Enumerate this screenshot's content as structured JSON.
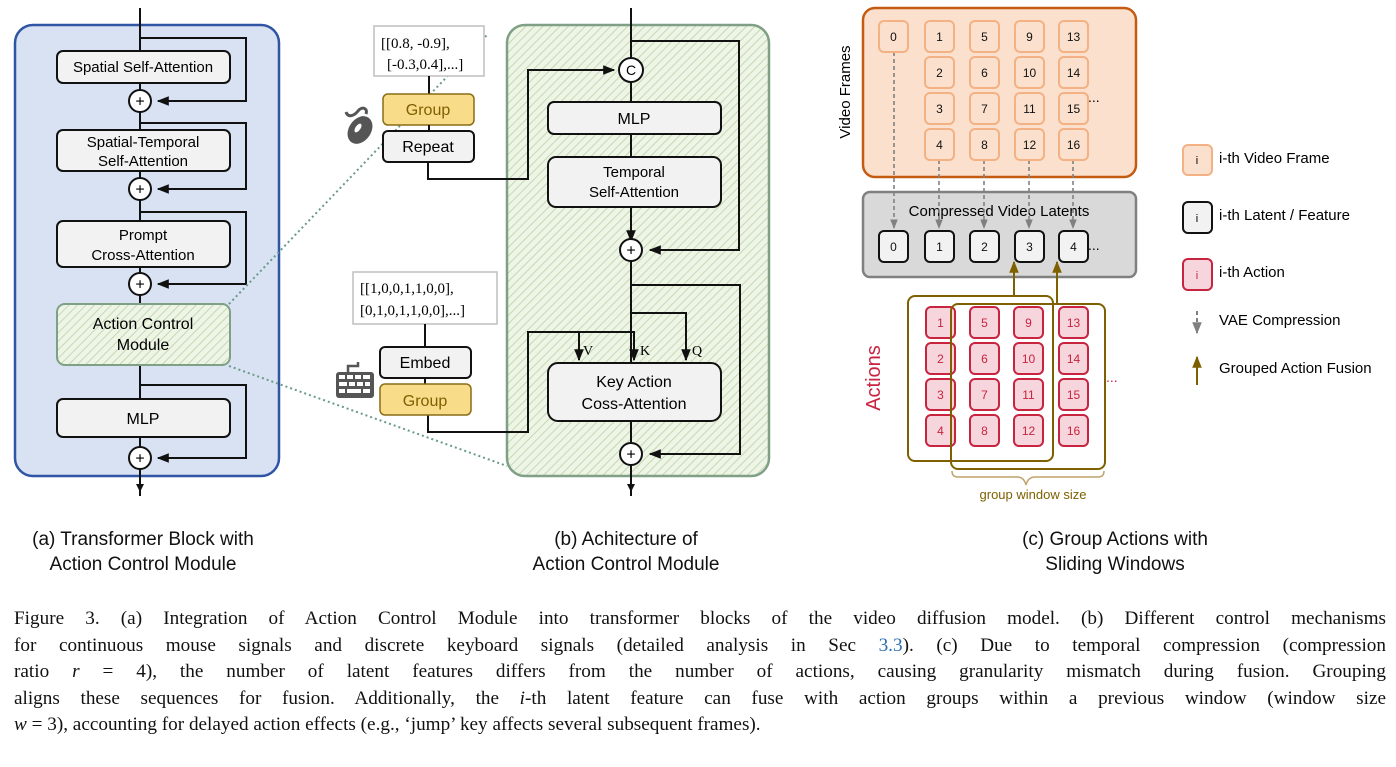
{
  "panel_a": {
    "blocks": [
      "Spatial Self-Attention",
      "Spatial-Temporal\nSelf-Attention",
      "Prompt\nCross-Attention",
      "Action Control\nModule",
      "MLP"
    ],
    "plus_symbol": "+",
    "subcaption_line1": "(a) Transformer Block with",
    "subcaption_line2": "Action Control Module"
  },
  "panel_b": {
    "mouse_input": [
      "[[0.8, -0.9],",
      "[-0.3,0.4],...]"
    ],
    "keyboard_input": [
      "[[1,0,0,1,1,0,0],",
      "[0,1,0,1,1,0,0],...]"
    ],
    "mouse_group_label": "Group",
    "repeat_label": "Repeat",
    "embed_label": "Embed",
    "keyboard_group_label": "Group",
    "concat_symbol": "C",
    "mlp_label": "MLP",
    "temporal_attention_label": [
      "Temporal",
      "Self-Attention"
    ],
    "key_action_attention_label": [
      "Key Action",
      "Coss-Attention"
    ],
    "qkv_labels": [
      "V",
      "K",
      "Q"
    ],
    "plus_symbol": "+",
    "subcaption_line1": "(b) Achitecture of",
    "subcaption_line2": "Action Control Module"
  },
  "panel_c": {
    "video_frames_label": "Video Frames",
    "first_frame": "0",
    "frame_columns": [
      [
        "1",
        "2",
        "3",
        "4"
      ],
      [
        "5",
        "6",
        "7",
        "8"
      ],
      [
        "9",
        "10",
        "11",
        "12"
      ],
      [
        "13",
        "14",
        "15",
        "16"
      ]
    ],
    "latents_label": "Compressed Video Latents",
    "latents": [
      "0",
      "1",
      "2",
      "3",
      "4"
    ],
    "actions_label": "Actions",
    "action_columns": [
      [
        "1",
        "2",
        "3",
        "4"
      ],
      [
        "5",
        "6",
        "7",
        "8"
      ],
      [
        "9",
        "10",
        "11",
        "12"
      ],
      [
        "13",
        "14",
        "15",
        "16"
      ]
    ],
    "ellipsis": "...",
    "group_window_label": "group window size",
    "legend": {
      "frame_symbol": "i",
      "frame_label": "i-th Video Frame",
      "latent_label": "i-th Latent / Feature",
      "action_label": "i-th Action",
      "vae_label": "VAE Compression",
      "fusion_label": "Grouped Action Fusion"
    },
    "subcaption_line1": "(c) Group Actions with",
    "subcaption_line2": "Sliding Windows"
  },
  "caption": {
    "line1": "Figure 3. (a) Integration of Action Control Module into transformer blocks of the video diffusion model. (b) Different control mechanisms",
    "line2_pre": "for continuous mouse signals and discrete keyboard signals (detailed analysis in Sec ",
    "line2_ref": "3.3",
    "line2_post": "). (c) Due to temporal compression (compression",
    "line3_pre": "ratio ",
    "line3_var": "r",
    "line3_post": " = 4), the number of latent features differs from the number of actions, causing granularity mismatch during fusion.  Grouping",
    "line4_pre": "aligns these sequences for fusion. Additionally, the ",
    "line4_var": "i",
    "line4_post": "-th latent feature can fuse with action groups within a previous window (window size",
    "line5_var": "w",
    "line5_post": " = 3), accounting for delayed action effects (e.g., ‘jump’ key affects several subsequent frames)."
  },
  "colors": {
    "block_a_fill": "#d8e2f3",
    "block_a_border": "#2f55a4",
    "acm_fill": "#e3efd8",
    "acm_border": "#7fa085",
    "group_fill": "#f8dc8a",
    "group_border": "#8a6d16",
    "frame_fill": "#fbe1cd",
    "frame_border": "#f4b183",
    "frame_panel_border": "#c55a11",
    "latent_panel_fill": "#d9d9d9",
    "latent_panel_border": "#808080",
    "action_fill": "#f6d6dc",
    "action_border": "#c8233f",
    "window_color": "#7f6000",
    "ref_link": "#2a6fb3"
  }
}
